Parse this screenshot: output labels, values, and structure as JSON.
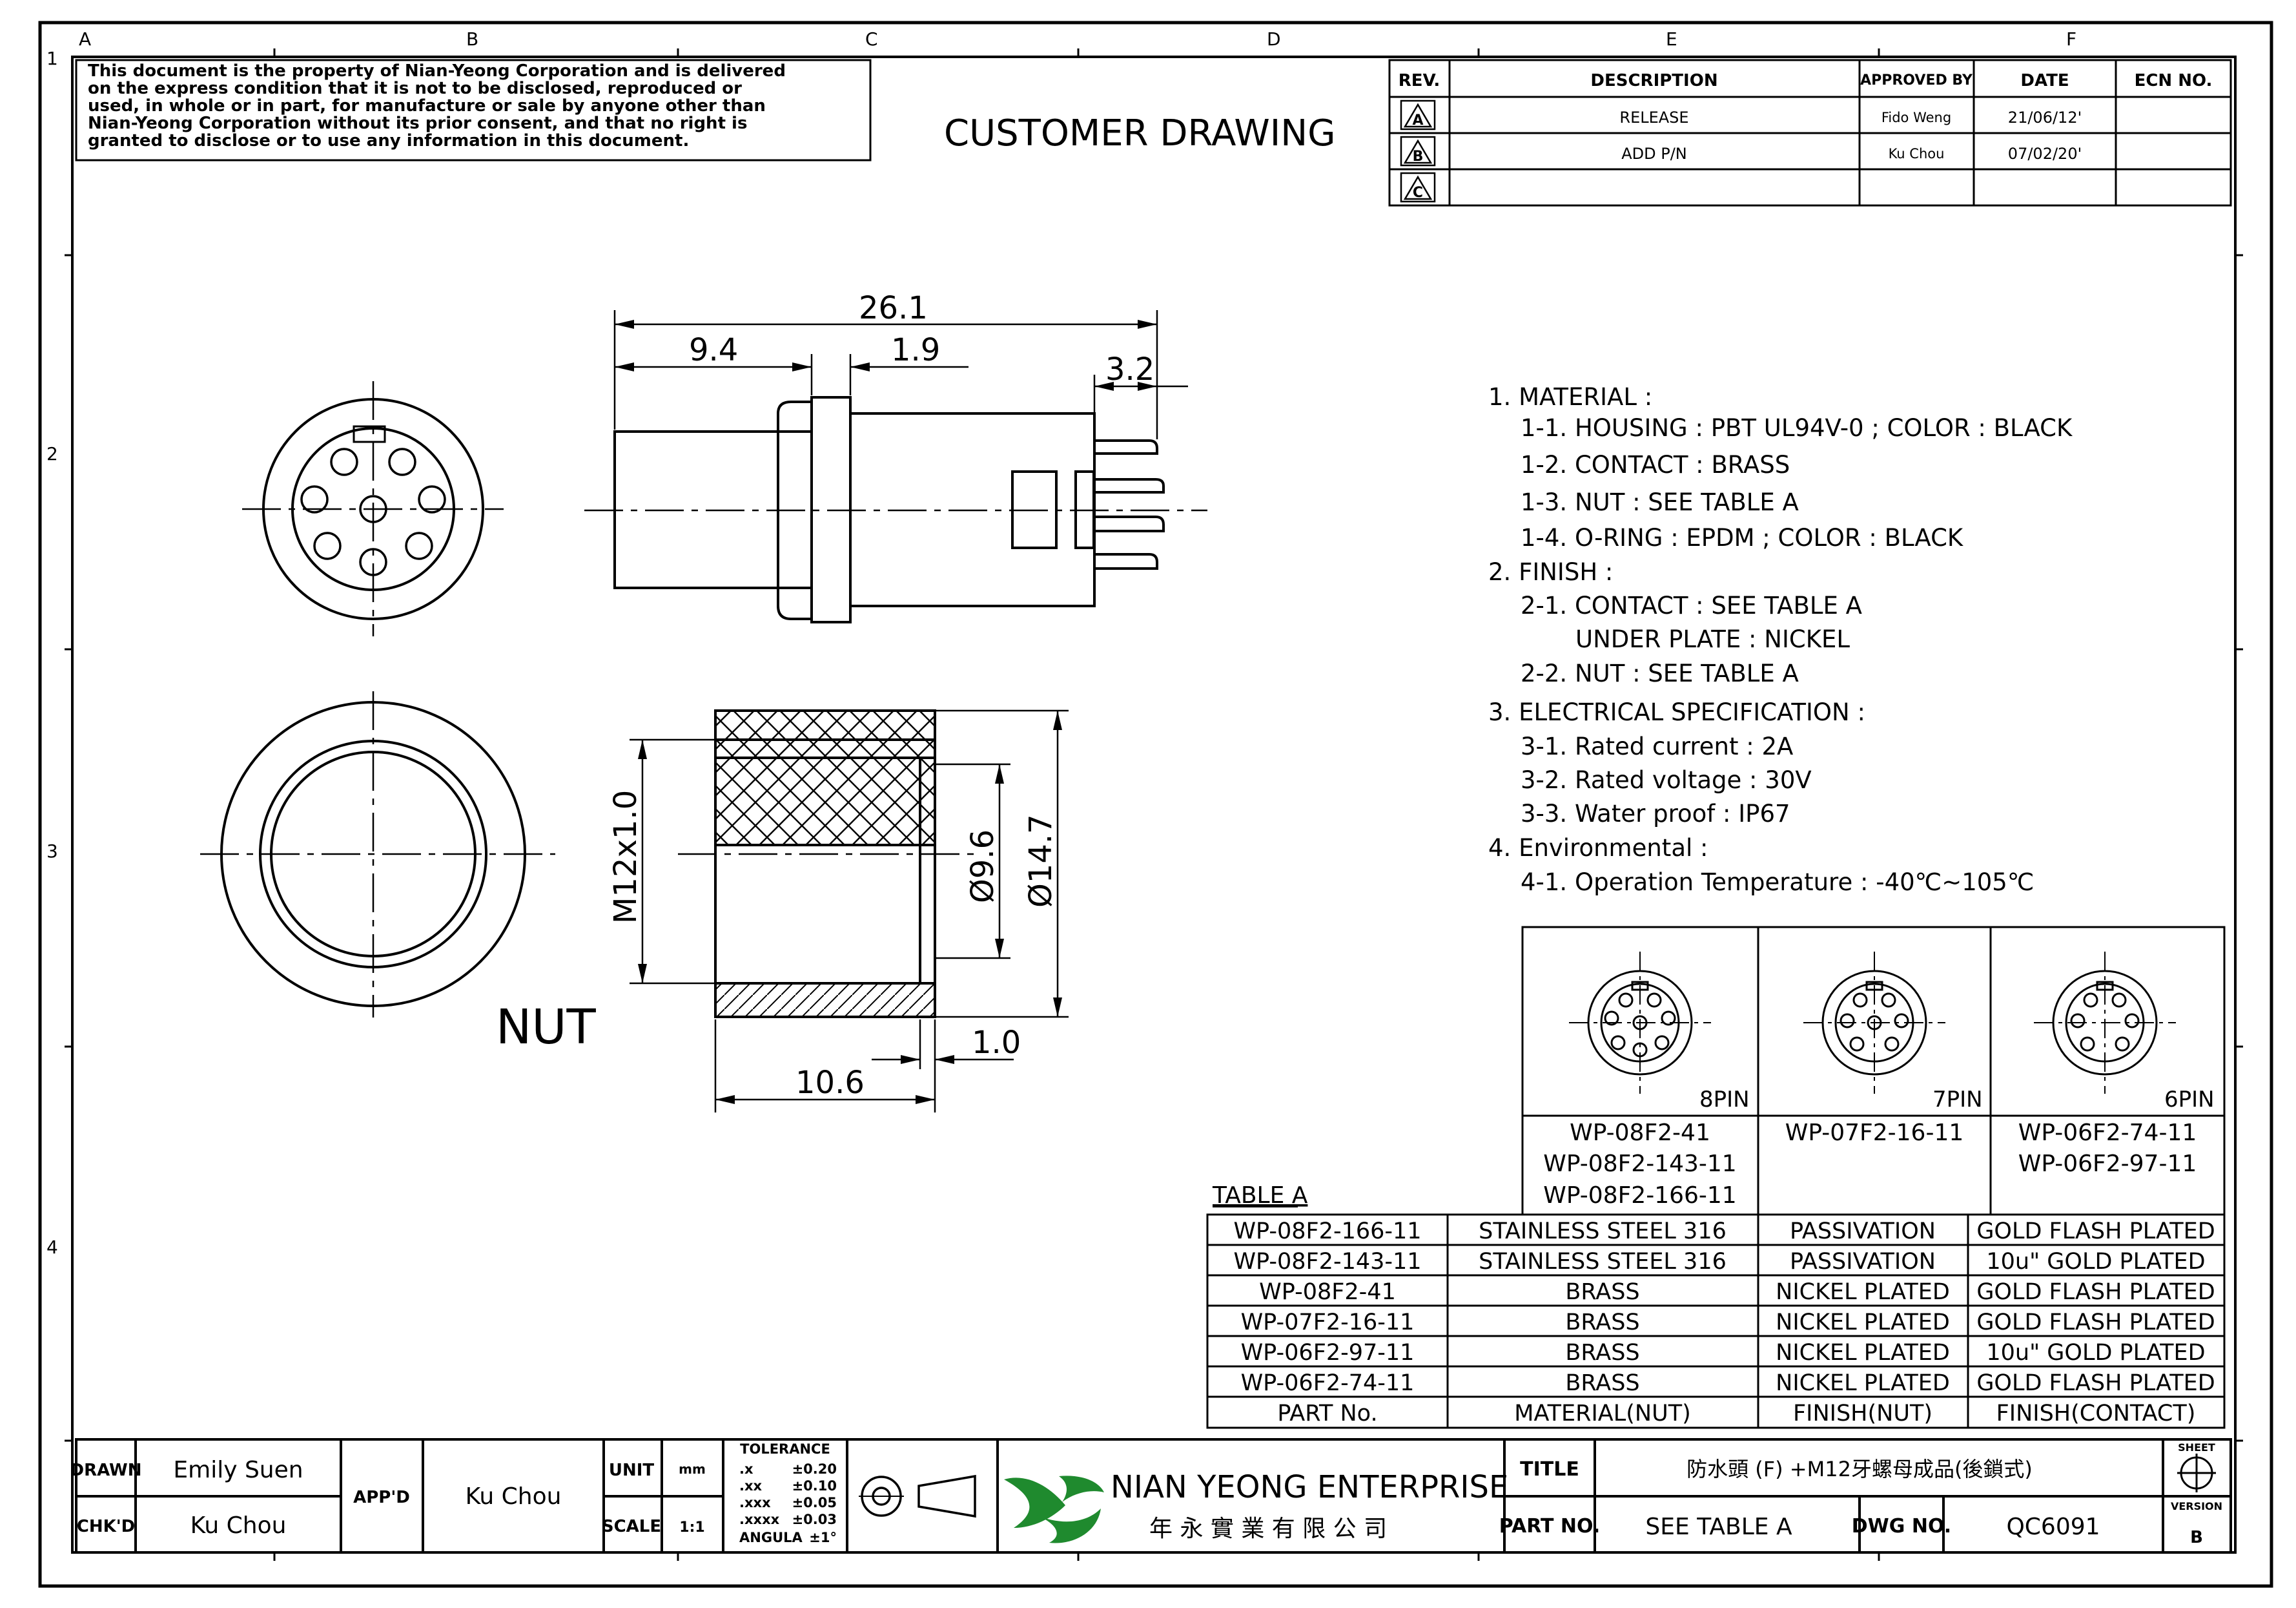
{
  "zones": {
    "columns": [
      "A",
      "B",
      "C",
      "D",
      "E",
      "F"
    ],
    "rows": [
      "1",
      "2",
      "3",
      "4"
    ]
  },
  "notice": [
    "This document is the property of Nian-Yeong Corporation and is delivered",
    "on   the   express  condition that it is not to be disclosed, reproduced or",
    "used, in whole or in part, for manufacture or sale by anyone other than",
    "Nian-Yeong Corporation without  its prior consent, and that  no right  is",
    "granted  to  disclose  or  to  use  any  information  in  this   document."
  ],
  "drawing_title": "CUSTOMER  DRAWING",
  "revision_table": {
    "headers": [
      "REV.",
      "DESCRIPTION",
      "APPROVED BY",
      "DATE",
      "ECN NO."
    ],
    "rows": [
      {
        "rev": "A",
        "description": "RELEASE",
        "approved": "Fido Weng",
        "date": "21/06/12'",
        "ecn": ""
      },
      {
        "rev": "B",
        "description": "ADD P/N",
        "approved": "Ku Chou",
        "date": "07/02/20'",
        "ecn": ""
      },
      {
        "rev": "C",
        "description": "",
        "approved": "",
        "date": "",
        "ecn": ""
      }
    ]
  },
  "dimensions": {
    "overall_length": "26.1",
    "body_length": "9.4",
    "flange": "1.9",
    "pin_length": "3.2",
    "thread": "M12x1.0",
    "inner_dia": "Ø9.6",
    "outer_dia": "Ø14.7",
    "nut_length": "10.6",
    "nut_lip": "1.0"
  },
  "nut_label": "NUT",
  "specs": [
    "1.  MATERIAL :",
    "1-1.  HOUSING : PBT  UL94V-0 ; COLOR : BLACK",
    "1-2.  CONTACT : BRASS",
    "1-3.  NUT : SEE TABLE A",
    "1-4.  O-RING : EPDM ; COLOR : BLACK",
    "2.  FINISH :",
    "2-1.  CONTACT : SEE TABLE A",
    "UNDER PLATE : NICKEL",
    "2-2.  NUT : SEE TABLE A",
    "3.  ELECTRICAL  SPECIFICATION :",
    "3-1.  Rated  current : 2A",
    "3-2.  Rated  voltage : 30V",
    "3-3.  Water proof : IP67",
    "4.  Environmental :",
    "4-1.  Operation  Temperature : -40℃~105℃"
  ],
  "pinouts": [
    {
      "label": "8PIN",
      "parts": [
        "WP-08F2-41",
        "WP-08F2-143-11",
        "WP-08F2-166-11"
      ]
    },
    {
      "label": "7PIN",
      "parts": [
        "WP-07F2-16-11"
      ]
    },
    {
      "label": "6PIN",
      "parts": [
        "WP-06F2-74-11",
        "WP-06F2-97-11"
      ]
    }
  ],
  "table_a": {
    "title": "TABLE A",
    "rows": [
      [
        "WP-08F2-166-11",
        "STAINLESS  STEEL  316",
        "PASSIVATION",
        "GOLD FLASH PLATED"
      ],
      [
        "WP-08F2-143-11",
        "STAINLESS  STEEL  316",
        "PASSIVATION",
        "10u\" GOLD PLATED"
      ],
      [
        "WP-08F2-41",
        "BRASS",
        "NICKEL  PLATED",
        "GOLD FLASH PLATED"
      ],
      [
        "WP-07F2-16-11",
        "BRASS",
        "NICKEL  PLATED",
        "GOLD FLASH PLATED"
      ],
      [
        "WP-06F2-97-11",
        "BRASS",
        "NICKEL  PLATED",
        "10u\" GOLD PLATED"
      ],
      [
        "WP-06F2-74-11",
        "BRASS",
        "NICKEL  PLATED",
        "GOLD FLASH PLATED"
      ]
    ],
    "header": [
      "PART  No.",
      "MATERIAL(NUT)",
      "FINISH(NUT)",
      "FINISH(CONTACT)"
    ]
  },
  "title_block": {
    "drawn_label": "DRAWN",
    "drawn": "Emily Suen",
    "chkd_label": "CHK'D",
    "chkd": "Ku Chou",
    "appd_label": "APP'D",
    "appd": "Ku Chou",
    "unit_label": "UNIT",
    "unit": "mm",
    "scale_label": "SCALE",
    "scale": "1:1",
    "tolerance_title": "TOLERANCE",
    "tolerance": [
      [
        ".x",
        "±0.20"
      ],
      [
        ".xx",
        "±0.10"
      ],
      [
        ".xxx",
        "±0.05"
      ],
      [
        ".xxxx",
        "±0.03"
      ],
      [
        "ANGULA",
        "±1°"
      ]
    ],
    "company": "NIAN YEONG ENTERPRISE",
    "company_cn": "年 永 實 業 有 限 公 司",
    "title_label": "TITLE",
    "title": "防水頭 (F)  +M12牙螺母成品(後鎖式)",
    "partno_label": "PART NO.",
    "partno": "SEE  TABLE  A",
    "dwgno_label": "DWG NO.",
    "dwgno": "QC6091",
    "sheet_label": "SHEET",
    "version_label": "VERSION",
    "version": "B"
  },
  "colors": {
    "line": "#000000",
    "logo_green": "#1f8a2e",
    "paper": "#ffffff"
  }
}
